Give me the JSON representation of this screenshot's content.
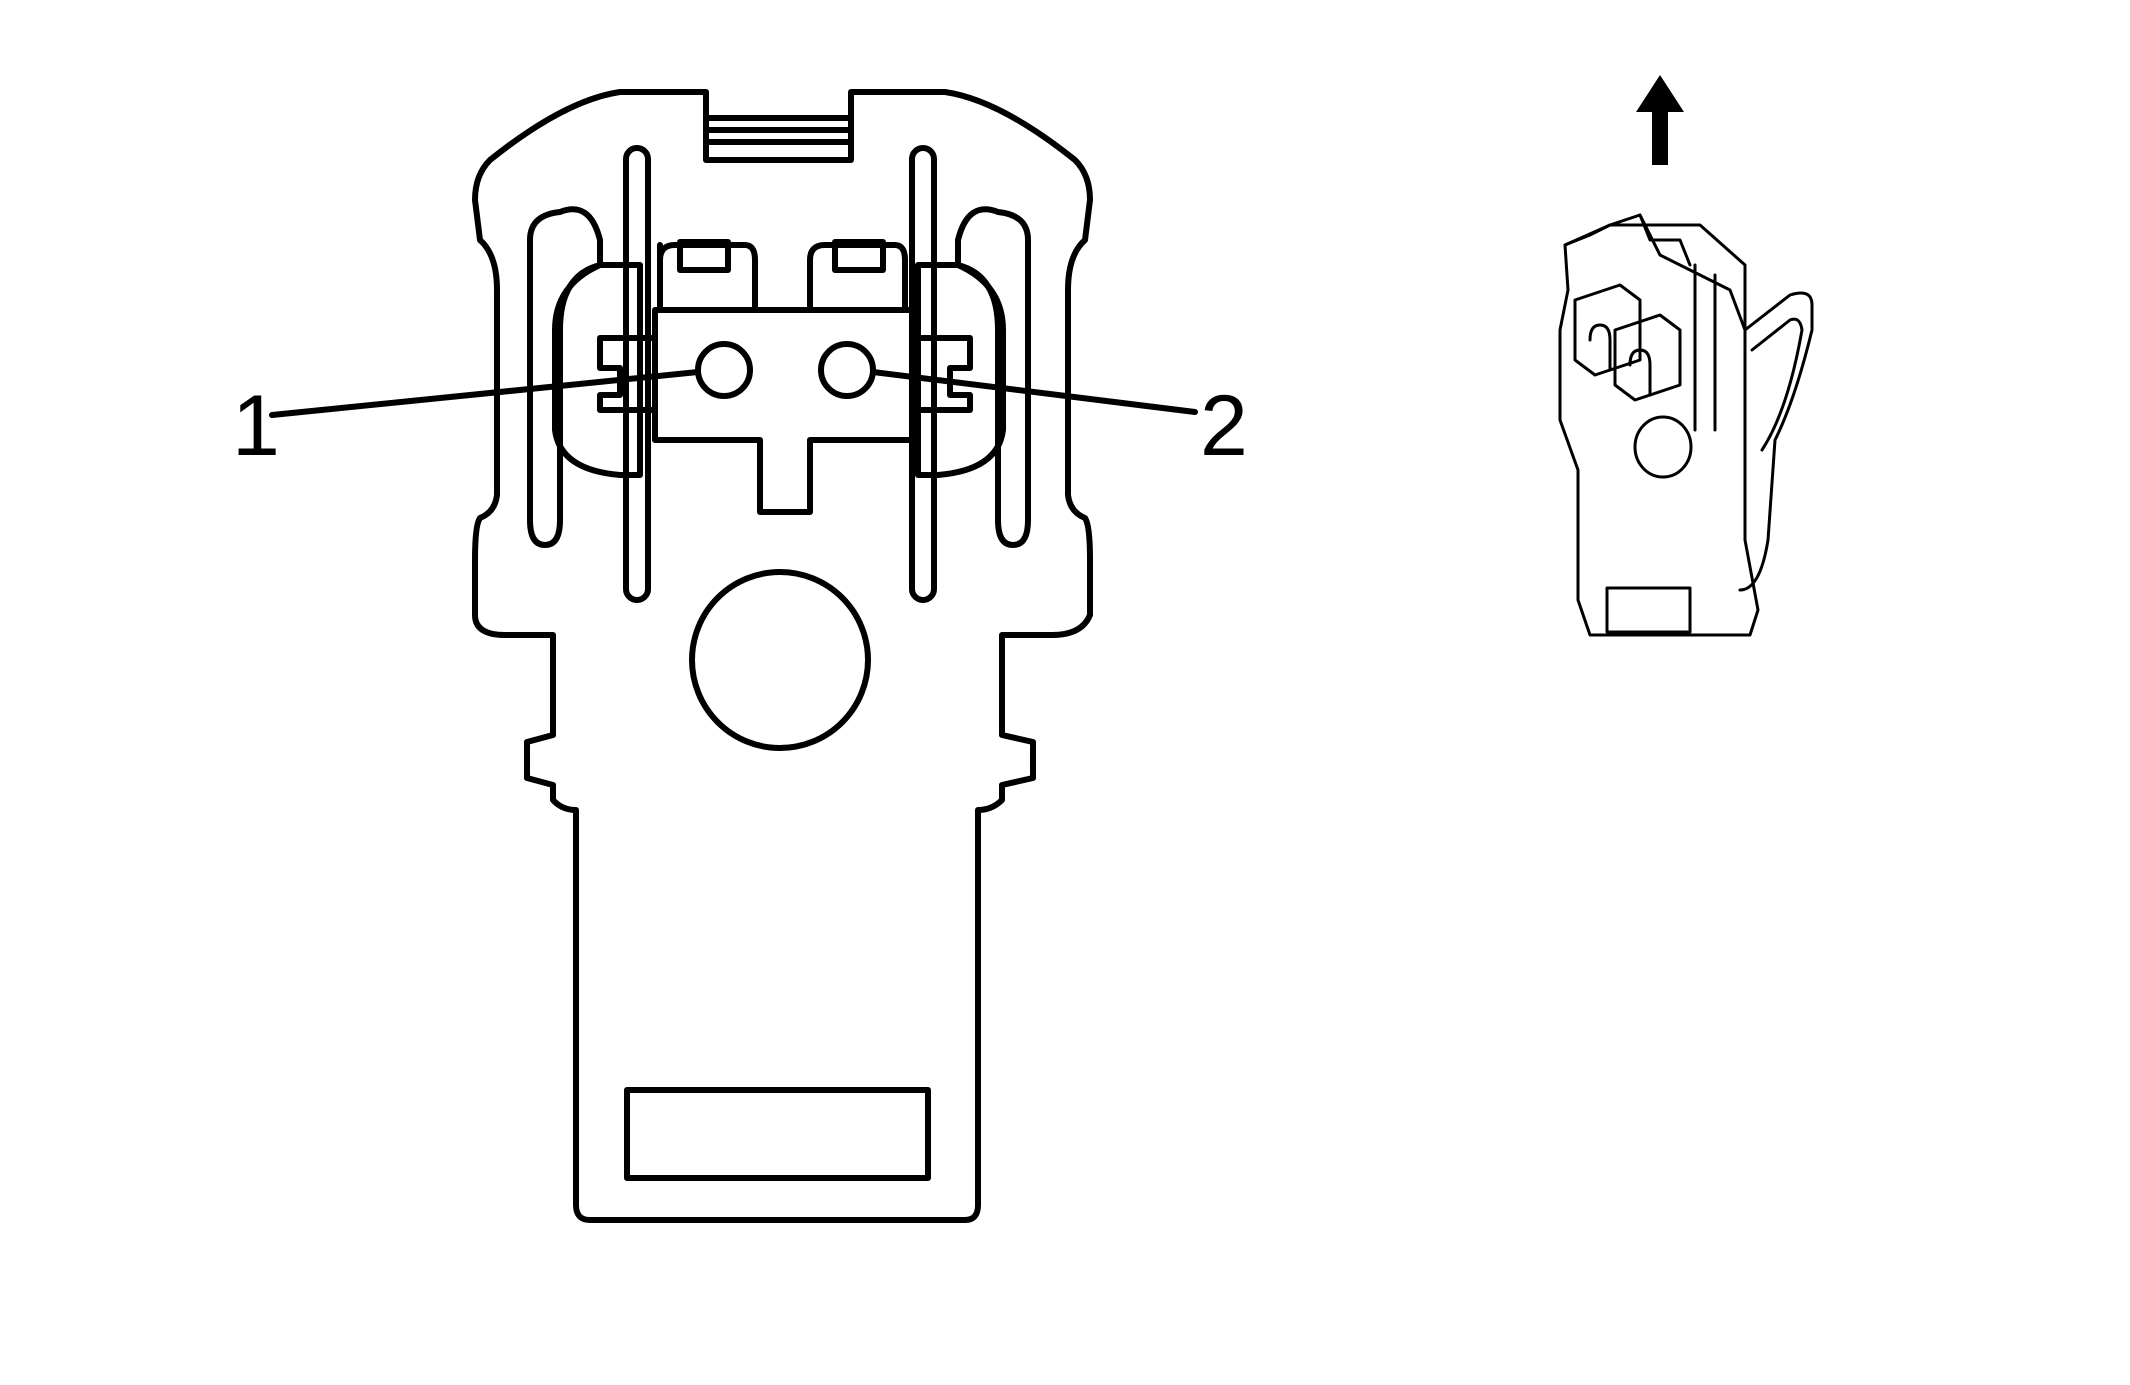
{
  "callouts": [
    {
      "id": "1",
      "label": "1"
    },
    {
      "id": "2",
      "label": "2"
    }
  ],
  "colors": {
    "stroke": "#000000",
    "fill": "#ffffff"
  },
  "icons": {
    "direction_arrow": "arrow-up-icon"
  }
}
